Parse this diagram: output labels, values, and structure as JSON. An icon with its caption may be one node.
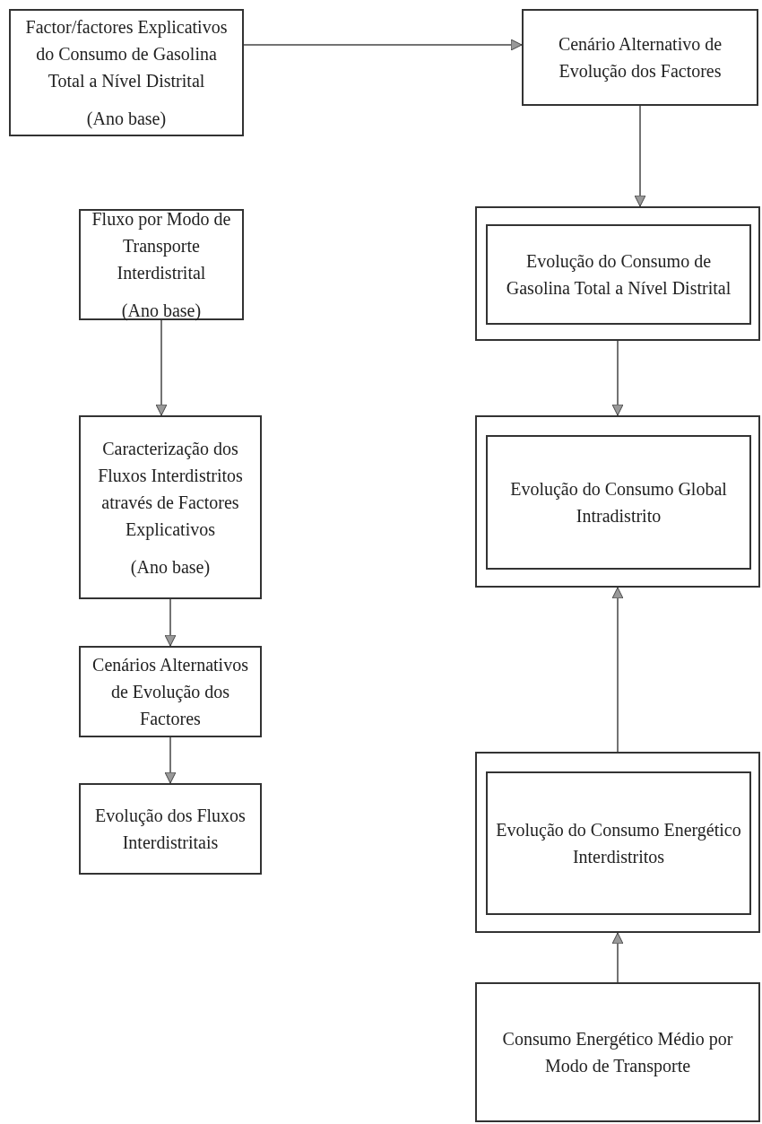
{
  "diagram": {
    "nodes": [
      {
        "text": [
          "Factor/factores Explicativos do Consumo de Gasolina Total a Nível Distrital",
          "(Ano base)"
        ]
      },
      {
        "text": [
          "Cenário Alternativo de Evolução dos Factores"
        ]
      },
      {
        "text": [],
        "shape": "box"
      },
      {
        "text": [
          "Evolução do Consumo de Gasolina Total a Nível Distrital"
        ],
        "in": 2
      },
      {
        "text": [
          "Fluxo por Modo de Transporte Interdistrital",
          "(Ano base)"
        ]
      },
      {
        "text": [],
        "shape": "box"
      },
      {
        "text": [
          "Evolução do Consumo Global Intradistrito"
        ],
        "in": 5
      },
      {
        "text": [
          "Caracterização dos Fluxos Interdistritos através de Factores Explicativos",
          "(Ano base)"
        ]
      },
      {
        "text": [
          "Cenários Alternativos de Evolução dos Factores"
        ]
      },
      {
        "text": [],
        "shape": "box"
      },
      {
        "text": [
          "Evolução do Consumo Energético Interdistritos"
        ],
        "in": 9
      },
      {
        "text": [
          "Evolução dos Fluxos Interdistritais"
        ]
      },
      {
        "text": [
          "Consumo Energético Médio por Modo de Transporte"
        ]
      }
    ],
    "edges": [
      {
        "from": 0,
        "to": 1,
        "arrow": "to"
      },
      {
        "from": 1,
        "to": 2,
        "arrow": "to"
      },
      {
        "from": 2,
        "to": 5,
        "arrow": "to"
      },
      {
        "from": 9,
        "to": 5,
        "arrow": "to"
      },
      {
        "from": 12,
        "to": 9,
        "arrow": "to"
      },
      {
        "from": 4,
        "to": 7,
        "arrow": "to"
      },
      {
        "from": 7,
        "to": 8,
        "arrow": "to"
      },
      {
        "from": 8,
        "to": 11,
        "arrow": "to"
      }
    ]
  }
}
